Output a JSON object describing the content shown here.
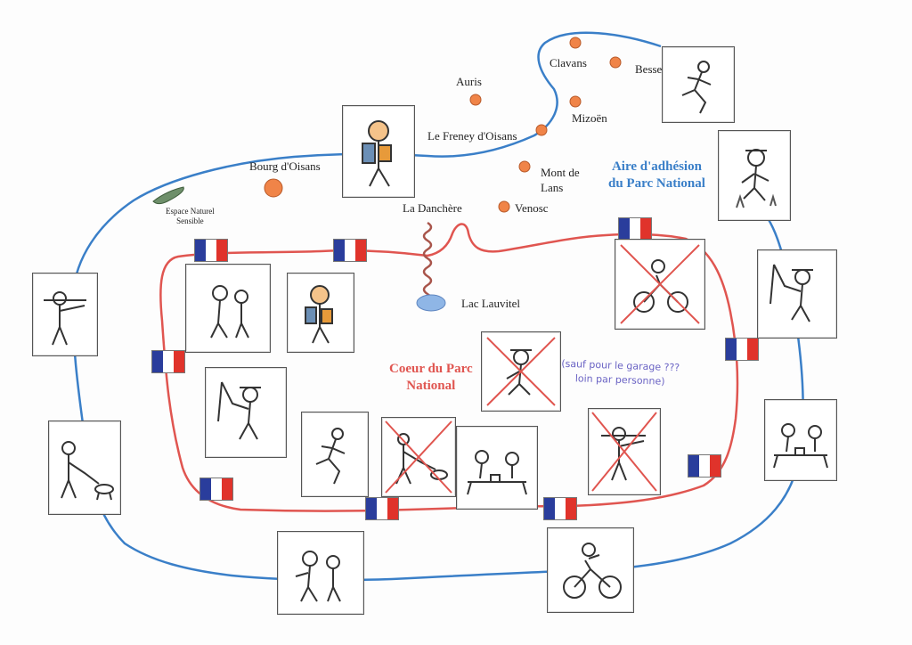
{
  "colors": {
    "outer_border": "#3a7fc8",
    "inner_border": "#e05550",
    "town_dot": "#f08448",
    "lake": "#8fb6e6",
    "cross": "#e0554f",
    "annotation_ink": "#6a63c4"
  },
  "zones": {
    "outer_title_line1": "Aire d'adhésion",
    "outer_title_line2": "du Parc National",
    "inner_title_line1": "Coeur du Parc",
    "inner_title_line2": "National"
  },
  "places": {
    "clavans": "Clavans",
    "besse": "Besse",
    "auris": "Auris",
    "mizoen": "Mizoën",
    "le_freney": "Le Freney d'Oisans",
    "bourg_doisans": "Bourg d'Oisans",
    "mont_de_lans_1": "Mont de",
    "mont_de_lans_2": "Lans",
    "la_danchere": "La Danchère",
    "venosc": "Venosc",
    "lac_lauvitel": "Lac Lauvitel",
    "espace_naturel_1": "Espace Naturel",
    "espace_naturel_2": "Sensible"
  },
  "annotation": {
    "line1": "(sauf pour le garage ???",
    "line2": "loin par personne)"
  },
  "activities": {
    "outer": [
      "running",
      "picking plants",
      "fishing",
      "picnic",
      "mountain biking",
      "hiking family",
      "walking dog",
      "hunting"
    ],
    "inner_allowed": [
      "hiking family",
      "hiker",
      "fishing",
      "running",
      "picnic"
    ],
    "inner_forbidden": [
      "mountain biking",
      "picking flowers",
      "walking dog",
      "hunting"
    ]
  }
}
